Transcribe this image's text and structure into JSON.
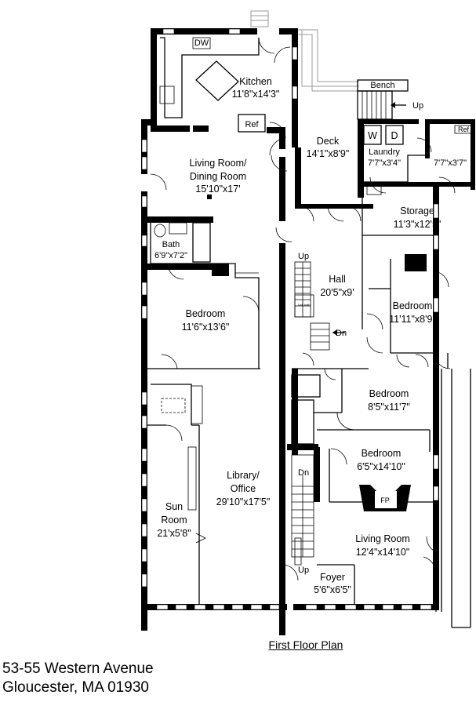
{
  "plan": {
    "title": "First Floor Plan",
    "address_line1": "53-55 Western Avenue",
    "address_line2": "Gloucester, MA 01930"
  },
  "rooms": {
    "kitchen": {
      "name": "Kitchen",
      "size": "11'8\"x14'3\""
    },
    "living_dining": {
      "name1": "Living Room/",
      "name2": "Dining Room",
      "size": "15'10\"x17'"
    },
    "deck": {
      "name": "Deck",
      "size": "14'1\"x8'9\""
    },
    "laundry": {
      "name": "Laundry",
      "size": "7'7\"x3'4\""
    },
    "closet": {
      "size": "7'7\"x3'7\""
    },
    "storage": {
      "name": "Storage",
      "size": "11'3\"x12'5\""
    },
    "bath": {
      "name": "Bath",
      "size": "6'9\"x7'2\""
    },
    "hall": {
      "name": "Hall",
      "size": "20'5\"x9'"
    },
    "bedroom_left": {
      "name": "Bedroom",
      "size": "11'6\"x13'6\""
    },
    "bedroom_right": {
      "name": "Bedroom",
      "size": "11'11\"x8'9\""
    },
    "bedroom_mid": {
      "name": "Bedroom",
      "size": "8'5\"x11'7\""
    },
    "bedroom_lower": {
      "name": "Bedroom",
      "size": "6'5\"x14'10\""
    },
    "library": {
      "name1": "Library/",
      "name2": "Office",
      "size": "29'10\"x17'5\""
    },
    "sun_room": {
      "name1": "Sun",
      "name2": "Room",
      "size": "21'x5'8\""
    },
    "living_room": {
      "name": "Living Room",
      "size": "12'4\"x14'10\""
    },
    "foyer": {
      "name": "Foyer",
      "size": "5'6\"x6'5\""
    }
  },
  "fixtures": {
    "dw": "DW",
    "ref": "Ref",
    "ref2": "Ref",
    "bench": "Bench",
    "washer": "W",
    "dryer": "D",
    "fp": "FP",
    "half_bath": "half bath"
  },
  "stairs": {
    "up_deck": "Up",
    "up_hall": "Up",
    "dn_hall": "Dn",
    "dn_foyer": "Dn",
    "up_foyer": "Up"
  }
}
